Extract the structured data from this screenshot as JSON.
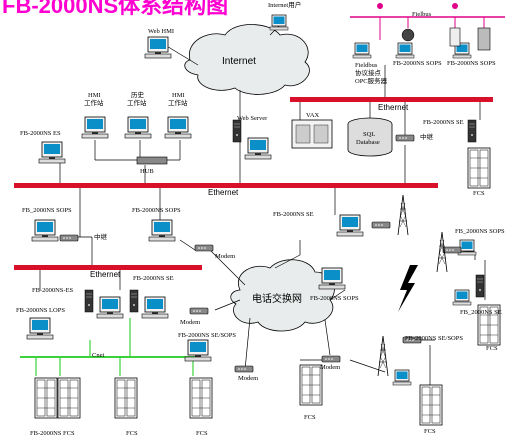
{
  "title": "FB-2000NS体系结构图",
  "clouds": {
    "internet": "Internet",
    "phone_network": "电话交换网"
  },
  "buses": {
    "ethernet_main": "Ethernet",
    "ethernet_right": "Ethernet",
    "ethernet_left": "Ethernet",
    "fieldbus": "Fielbus",
    "cnet": "Cnet"
  },
  "labels": {
    "internet_user": "Internet用户",
    "web_hmi": "Web HMI",
    "fieldbus_node": "Fieldbus",
    "fieldbus_node2": "协议接点",
    "opc_server": "OPC服务器",
    "sops_top1": "FB-2000NS SOPS",
    "sops_top2": "FB-2000NS SOPS",
    "hmi1a": "HMI",
    "hmi1b": "工作站",
    "hist_a": "历史",
    "hist_b": "工作站",
    "hmi2a": "HMI",
    "hmi2b": "工作站",
    "web_server": "Web Server",
    "vax": "VAX",
    "sql": "SQL",
    "database": "Database",
    "repeater_right": "中继",
    "se_right": "FB-2000NS SE",
    "es_left": "FB-2000NS ES",
    "hub": "HUB",
    "fcs_right_top": "FCS",
    "sops_left1": "FB_2000NS SOPS",
    "sops_left2": "FB-2000NS SOPS",
    "repeater_left": "中继",
    "se_mid": "FB-2000NS SE",
    "modem1": "Modem",
    "se_left2": "FB-2000NS SE",
    "es_left2": "FB-2000NS-ES",
    "lops_left": "FB-2000NS LOPS",
    "modem2": "Modem",
    "se_sops_mid": "FB-2000NS SE/SOPS",
    "modem3": "Modem",
    "sops_mid2": "FB-2000NS SOPS",
    "modem_bottom": "Modem",
    "se_top_right": "FB-2000NS SE",
    "fcs_bottom_left": "FB-2000NS FCS",
    "fcs_bottom_2": "FCS",
    "fcs_bottom_3": "FCS",
    "fcs_bottom_4": "FCS",
    "fcs_bottom_5": "FCS",
    "sops_far_right": "FB_2000NS SOPS",
    "se_far_right": "FB_2000NS SE",
    "fcs_far_right": "FCS",
    "se_sops_right": "FB-2000NS SE/SOPS"
  },
  "colors": {
    "title": "#ff00d0",
    "bus": "#d8102a",
    "fieldbus": "#e0008a",
    "cnet": "#3bd23b",
    "cloud_fill": "#e9ecec"
  }
}
